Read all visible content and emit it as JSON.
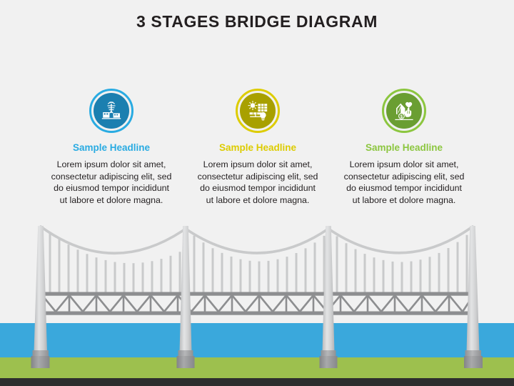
{
  "slide": {
    "title": "3 STAGES BRIDGE DIAGRAM",
    "background_color": "#f1f1f1",
    "footer_color": "#2e2e2e"
  },
  "scenery": {
    "water_color": "#3aa8dc",
    "grass_color": "#9dc04e",
    "bridge_cable_color": "#c9cacb",
    "bridge_truss_color": "#8d8e90",
    "tower_color": "#d2d3d4",
    "tower_base_color": "#9a9b9d"
  },
  "columns": [
    {
      "headline": "Sample Headline",
      "body": "Lorem ipsum dolor sit amet, consectetur adipiscing elit, sed do eiusmod tempor incididunt ut labore et dolore magna.",
      "accent_color": "#29abe2",
      "ring_color": "#29abe2",
      "disc_color": "#1b7fb0",
      "icon": "power-plant-icon"
    },
    {
      "headline": "Sample Headline",
      "body": "Lorem ipsum dolor sit amet, consectetur adipiscing elit, sed do eiusmod tempor incididunt ut labore et dolore magna.",
      "accent_color": "#ddcc00",
      "ring_color": "#ddcc00",
      "disc_color": "#a8a000",
      "icon": "solar-panel-icon"
    },
    {
      "headline": "Sample Headline",
      "body": "Lorem ipsum dolor sit amet, consectetur adipiscing elit, sed do eiusmod tempor incididunt ut labore et dolore magna.",
      "accent_color": "#8cc63f",
      "ring_color": "#8cc63f",
      "disc_color": "#6a9e32",
      "icon": "eco-hand-icon"
    }
  ]
}
